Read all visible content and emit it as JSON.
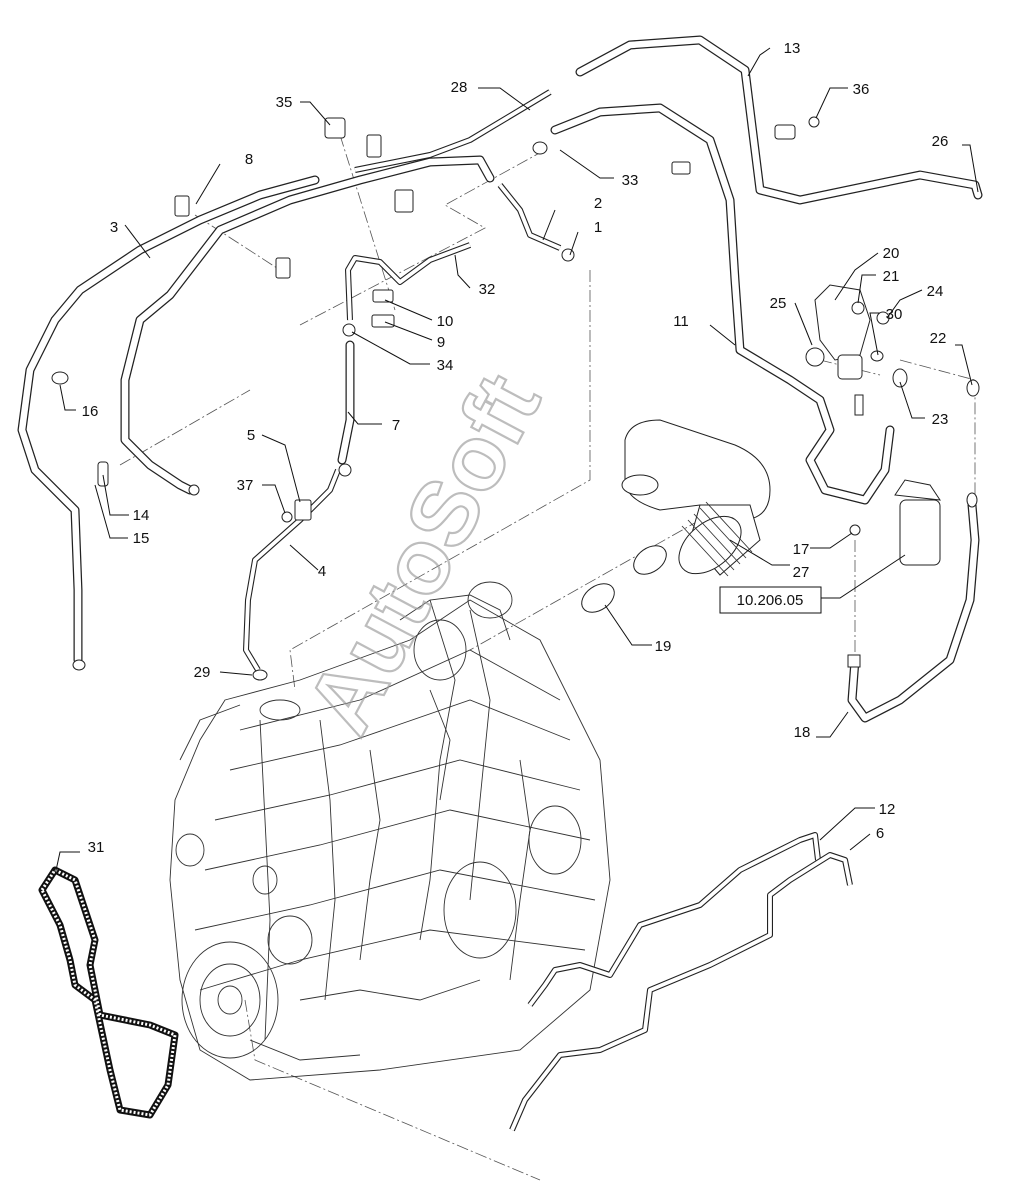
{
  "diagram": {
    "watermark": "AutoSoft",
    "reference_label": "10.206.05",
    "callouts": {
      "c1": "1",
      "c2": "2",
      "c3": "3",
      "c4": "4",
      "c5": "5",
      "c6": "6",
      "c7": "7",
      "c8": "8",
      "c9": "9",
      "c10": "10",
      "c11": "11",
      "c12": "12",
      "c13": "13",
      "c14": "14",
      "c15": "15",
      "c16": "16",
      "c17": "17",
      "c18": "18",
      "c19": "19",
      "c20": "20",
      "c21": "21",
      "c22": "22",
      "c23": "23",
      "c24": "24",
      "c25": "25",
      "c26": "26",
      "c27": "27",
      "c28": "28",
      "c29": "29",
      "c30": "30",
      "c31": "31",
      "c32": "32",
      "c33": "33",
      "c34": "34",
      "c35": "35",
      "c36": "36",
      "c37": "37"
    }
  }
}
